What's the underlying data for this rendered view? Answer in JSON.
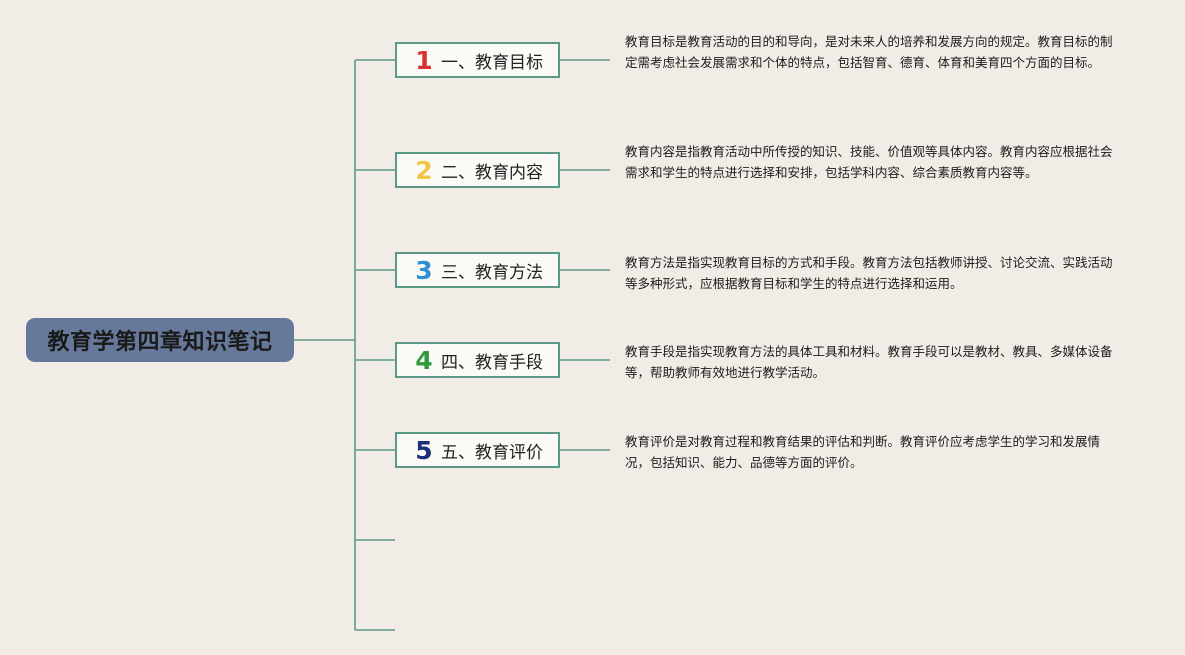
{
  "title": "教育学第四章知识笔记",
  "branches": [
    {
      "number": "1",
      "label": "一、教育目标",
      "number_color": "#d9322e",
      "description": "教育目标是教育活动的目的和导向，是对未来人的培养和发展方向的规定。教育目标的制定需考虑社会发展需求和个体的特点，包括智育、德育、体育和美育四个方面的目标。"
    },
    {
      "number": "2",
      "label": "二、教育内容",
      "number_color": "#f0c64a",
      "description": "教育内容是指教育活动中所传授的知识、技能、价值观等具体内容。教育内容应根据社会需求和学生的特点进行选择和安排，包括学科内容、综合素质教育内容等。"
    },
    {
      "number": "3",
      "label": "三、教育方法",
      "number_color": "#2e8fd6",
      "description": "教育方法是指实现教育目标的方式和手段。教育方法包括教师讲授、讨论交流、实践活动等多种形式，应根据教育目标和学生的特点进行选择和运用。"
    },
    {
      "number": "4",
      "label": "四、教育手段",
      "number_color": "#2f9a3c",
      "description": "教育手段是指实现教育方法的具体工具和材料。教育手段可以是教材、教具、多媒体设备等，帮助教师有效地进行教学活动。"
    },
    {
      "number": "5",
      "label": "五、教育评价",
      "number_color": "#1c2f7a",
      "description": "教育评价是对教育过程和教育结果的评估和判断。教育评价应考虑学生的学习和发展情况，包括知识、能力、品德等方面的评价。"
    }
  ],
  "colors": {
    "connector": "#5c9a88",
    "root_fill": "#66799b"
  }
}
